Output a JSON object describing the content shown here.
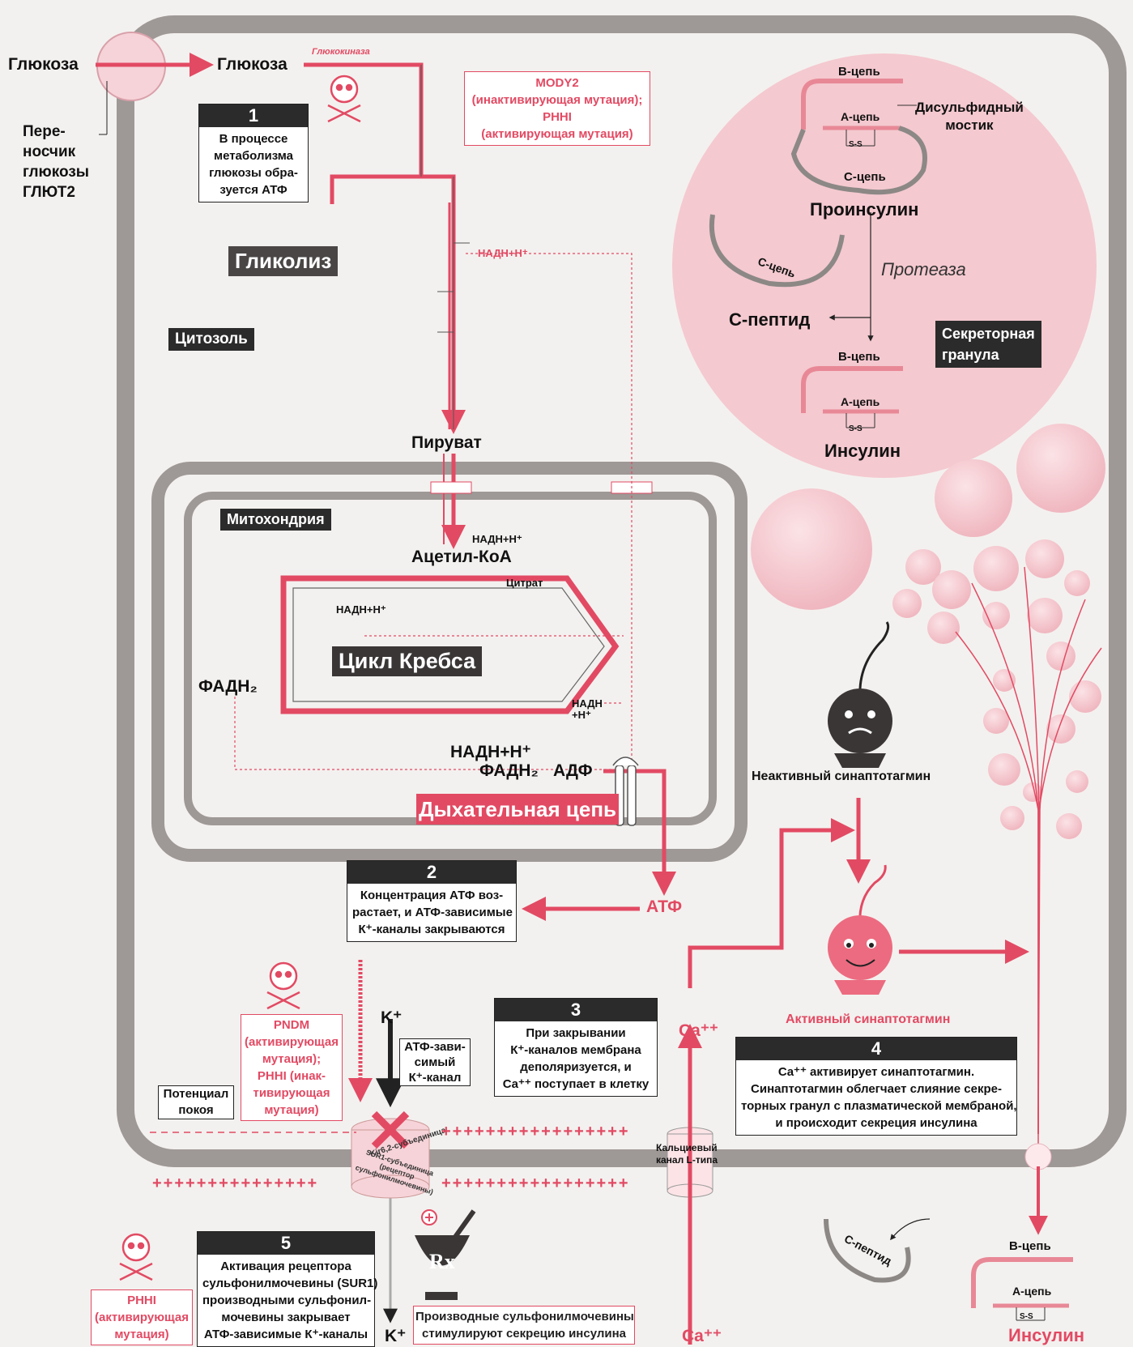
{
  "cell": {
    "glucose_outside": "Глюкоза",
    "glucose_inside": "Глюкоза",
    "transporter": "Пере-\nносчик\nглюкозы\nГЛЮТ2",
    "glucokinase": "Глюкокиназа",
    "mody2_box": "MODY2\n(инактивирующая мутация);\nPHHI\n(активирующая мутация)",
    "glycolysis": "Гликолиз",
    "cytosol": "Цитозоль",
    "pyruvate": "Пируват",
    "mitochondrion": "Митохондрия",
    "acetyl_coa": "Ацетил-КоА",
    "krebs": "Цикл Кребса",
    "citrate": "Цитрат",
    "nadh_1": "НАДН+Н⁺",
    "nadh_2": "НАДН+Н⁺",
    "nadh_3": "НАДН+Н⁺",
    "nadh_4": "НАДН\n+Н⁺",
    "nadh_5": "НАДН+Н⁺",
    "fadh2_left": "ФАДН₂",
    "fadh2_bottom": "ФАДН₂",
    "adp": "АДФ",
    "respiratory_chain": "Дыхательная цепь",
    "atp": "АТФ"
  },
  "granule": {
    "b_chain": "В-цепь",
    "a_chain": "А-цепь",
    "c_chain": "С-цепь",
    "c_chain_2": "С-цепь",
    "disulfide": "Дисульфидный\nмостик",
    "ss": "S-S",
    "proinsulin": "Проинсулин",
    "protease": "Протеаза",
    "c_peptide": "С-пептид",
    "secretory_granule": "Секреторная\nгранула",
    "b_chain_2": "В-цепь",
    "a_chain_2": "А-цепь",
    "ss_2": "S-S",
    "insulin": "Инсулин"
  },
  "synaptotagmin": {
    "inactive": "Неактивный синаптотагмин",
    "active": "Активный синаптотагмин"
  },
  "steps": [
    {
      "num": "1",
      "text": "В процессе\nметаболизма\nглюкозы обра-\nзуется АТФ"
    },
    {
      "num": "2",
      "text": "Концентрация АТФ воз-\nрастает, и АТФ-зависимые\nК⁺-каналы закрываются"
    },
    {
      "num": "3",
      "text": "При закрывании\nК⁺-каналов мембрана\nдеполяризуется, и\nCa⁺⁺ поступает в клетку"
    },
    {
      "num": "4",
      "text": "Ca⁺⁺ активирует синаптотагмин.\nСинаптотагмин облегчает слияние секре-\nторных гранул с плазматической мембраной,\nи происходит секреция инсулина"
    },
    {
      "num": "5",
      "text": "Активация рецептора\nсульфонилмочевины (SUR1)\nпроизводными сульфонил-\nмочевины закрывает\nАТФ-зависимые К⁺-каналы"
    }
  ],
  "membrane": {
    "pndm_box": "PNDM\n(активирующая\nмутация);\nPHHI (инак-\nтивирующая\nмутация)",
    "resting_potential": "Потенциал\nпокоя",
    "k_plus_top": "K⁺",
    "k_plus_bottom": "K⁺",
    "katp_channel": "АТФ-зави-\nсимый\nК⁺-канал",
    "kir62": "Kir6,2-субъединица",
    "sur1": "SUR1-субъединица\n(рецептор\nсульфонилмочевины)",
    "ca_channel": "Кальциевый\nканал L-типа",
    "ca_inside": "Ca⁺⁺",
    "ca_outside": "Ca⁺⁺",
    "phhi_box": "PHHI\n(активирующая\nмутация)",
    "sulfonylurea_box": "Производные сульфонилмочевины\nстимулируют секрецию инсулина",
    "rx": "Rx",
    "plus_row": "+++++++++++++++++",
    "plus_row_left": "+++++++++++++++"
  },
  "outside": {
    "c_peptide": "С-пептид",
    "b_chain": "В-цепь",
    "a_chain": "А-цепь",
    "ss": "S-S",
    "insulin": "Инсулин"
  },
  "colors": {
    "accent": "#e24a63",
    "membrane": "#9e9896",
    "dark": "#2b2b2b",
    "granule": "#f4c9cf"
  }
}
